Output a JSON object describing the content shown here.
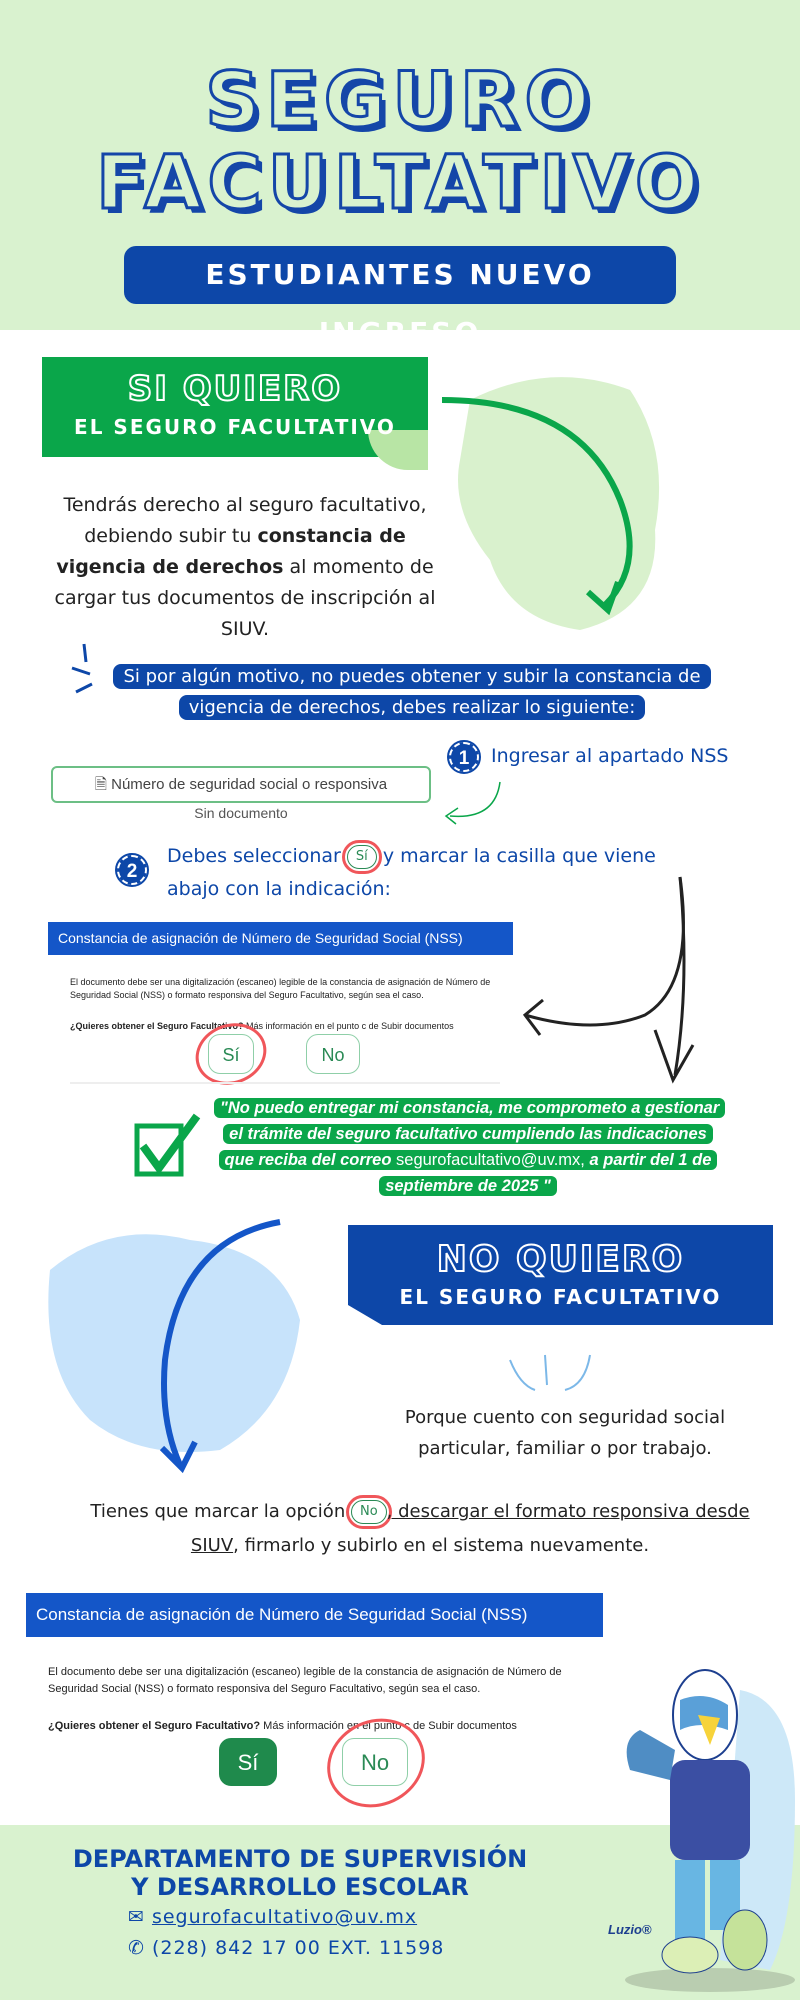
{
  "header": {
    "title_line1": "SEGURO",
    "title_line2": "FACULTATIVO",
    "banner": "ESTUDIANTES NUEVO INGRESO"
  },
  "si_quiero": {
    "title": "SI QUIERO",
    "subtitle": "EL SEGURO FACULTATIVO",
    "para_a": "Tendrás derecho al seguro facultativo, debiendo subir tu ",
    "para_bold": "constancia de vigencia de derechos",
    "para_b": " al momento de cargar tus documentos de inscripción al SIUV.",
    "note_line1": "Si por algún motivo, no puedes obtener y subir la constancia de",
    "note_line2": "vigencia de derechos, debes realizar lo siguiente:",
    "nss_field": "Número de seguridad social o responsiva",
    "nss_status": "Sin documento",
    "step1_num": "1",
    "step1": "Ingresar al apartado NSS",
    "step2_num": "2",
    "step2_a": "Debes seleccionar",
    "step2_pill": "Sí",
    "step2_b": "y marcar la casilla que viene abajo con la indicación:",
    "quote_a": "\"No puedo entregar mi constancia, me comprometo a gestionar el trámite del seguro facultativo cumpliendo las indicaciones que reciba del correo ",
    "quote_email": "segurofacultativo@uv.mx,",
    "quote_b": " a partir del 1 de septiembre de 2025 \""
  },
  "form": {
    "header": "Constancia de asignación de Número de Seguridad Social (NSS)",
    "body": "El documento debe ser una digitalización (escaneo) legible de la constancia de asignación de Número de Seguridad Social (NSS) o formato responsiva del Seguro Facultativo, según sea el caso.",
    "question_bold": "¿Quieres obtener el Seguro Facultativo?",
    "question_rest": " Más información en el punto c de Subir documentos",
    "yes": "Sí",
    "no": "No"
  },
  "no_quiero": {
    "title": "NO QUIERO",
    "subtitle": "EL SEGURO FACULTATIVO",
    "reason": "Porque cuento con seguridad social particular, familiar o por trabajo.",
    "instr_a": "Tienes que marcar la opción",
    "instr_pill": "No",
    "instr_link": ", descargar el formato responsiva desde SIUV",
    "instr_b": ", firmarlo  y subirlo en el sistema nuevamente."
  },
  "footer": {
    "dept_line1": "DEPARTAMENTO DE SUPERVISIÓN",
    "dept_line2": "Y DESARROLLO ESCOLAR",
    "email": "segurofacultativo@uv.mx",
    "phone": "(228) 842 17 00 EXT. 11598",
    "mascot": "Luzio®"
  },
  "colors": {
    "green": "#0aa64a",
    "blue": "#0d47a8",
    "light_green": "#d9f2cf",
    "red": "#f0565a"
  }
}
